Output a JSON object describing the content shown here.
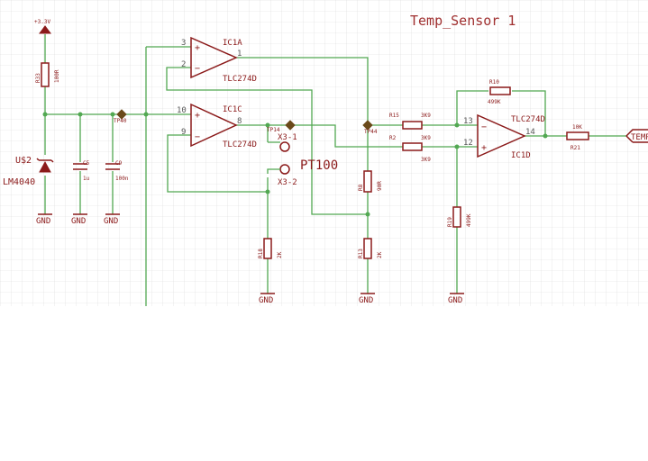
{
  "title": "Temp_Sensor 1",
  "supply_label": "+3.3V",
  "gnd_label": "GND",
  "opamp_sym": {
    "minus": "−",
    "plus": "+"
  },
  "ics": [
    {
      "ref": "IC1A",
      "part": "TLC274D",
      "pin_plus": "3",
      "pin_minus": "2",
      "pin_out": "1"
    },
    {
      "ref": "IC1C",
      "part": "TLC274D",
      "pin_plus": "10",
      "pin_minus": "9",
      "pin_out": "8"
    },
    {
      "ref": "IC1D",
      "part": "TLC274D",
      "pin_minus": "13",
      "pin_plus": "12",
      "pin_out": "14"
    }
  ],
  "resistors": {
    "R33": {
      "ref": "R33",
      "value": "100R"
    },
    "R15": {
      "ref": "R15",
      "value": "3K9"
    },
    "R2": {
      "ref": "R2",
      "value": "3K9"
    },
    "R10": {
      "ref": "R10",
      "value": "499K"
    },
    "R21": {
      "ref": "R21",
      "value": "10K"
    },
    "R8": {
      "ref": "R8",
      "value": "90R"
    },
    "R18": {
      "ref": "R18",
      "value": "2K"
    },
    "R13": {
      "ref": "R13",
      "value": "2K"
    },
    "R19": {
      "ref": "R19",
      "value": "499K"
    }
  },
  "capacitors": {
    "C5": {
      "ref": "C5",
      "value": "1u"
    },
    "C9": {
      "ref": "C9",
      "value": "100n"
    }
  },
  "diode": {
    "ref": "U$2",
    "part": "LM4040"
  },
  "testpoints": {
    "TP40": "TP40",
    "TP14": "TP14",
    "TP44": "TP44"
  },
  "connector": {
    "pin1": "X3-1",
    "pin2": "X3-2",
    "sensor": "PT100"
  },
  "output_label": "TEMP"
}
